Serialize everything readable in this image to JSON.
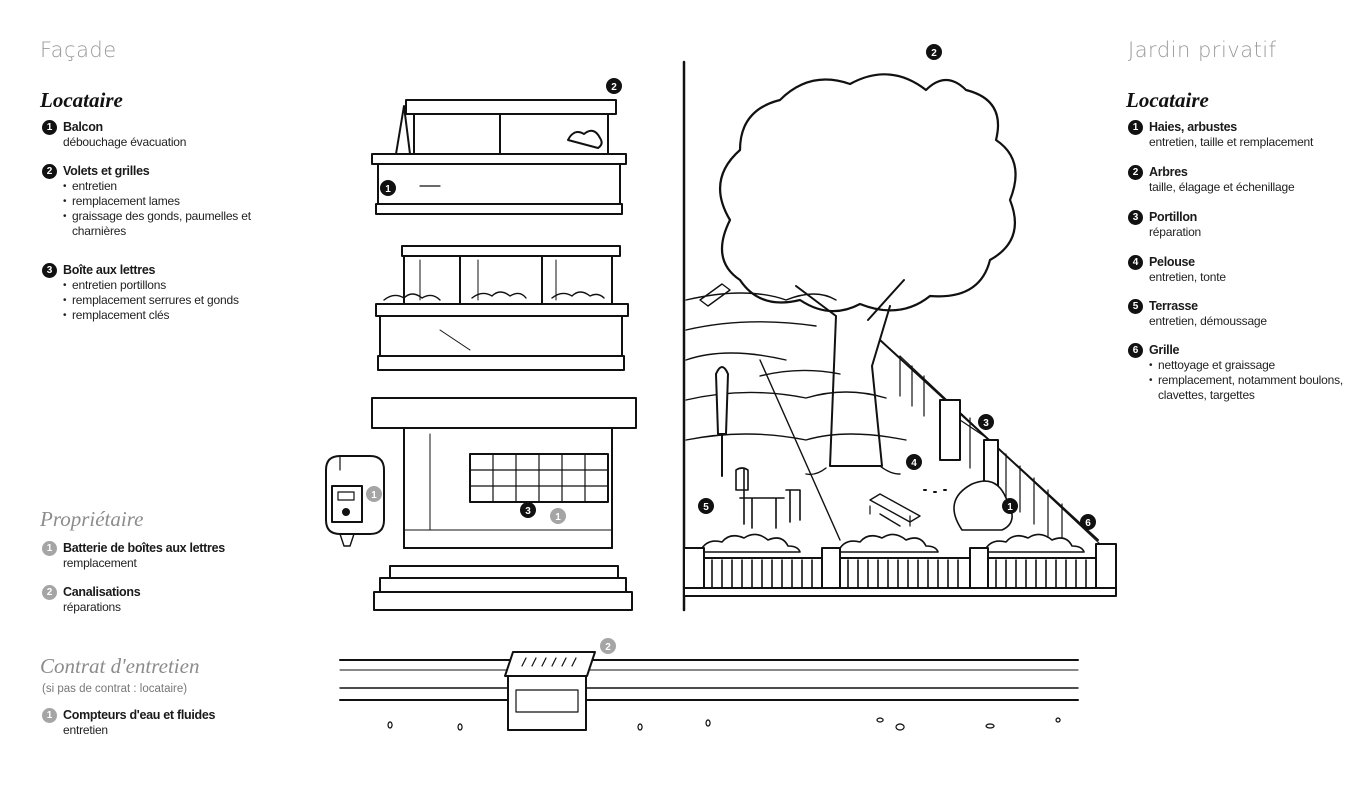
{
  "facade": {
    "title": "Façade",
    "tenant": {
      "role": "Locataire",
      "items": [
        {
          "num": "1",
          "head": "Balcon",
          "desc": "débouchage évacuation"
        },
        {
          "num": "2",
          "head": "Volets et grilles",
          "bullets": [
            "entretien",
            "remplacement lames",
            "graissage des gonds, paumelles et charnières"
          ]
        },
        {
          "num": "3",
          "head": "Boîte aux lettres",
          "bullets": [
            "entretien portillons",
            "remplacement serrures et gonds",
            "remplacement clés"
          ]
        }
      ]
    },
    "owner": {
      "role": "Propriétaire",
      "items": [
        {
          "num": "1",
          "head": "Batterie de boîtes aux lettres",
          "desc": "remplacement"
        },
        {
          "num": "2",
          "head": "Canalisations",
          "desc": "réparations"
        }
      ]
    },
    "contract": {
      "role": "Contrat d'entretien",
      "note": "(si pas de contrat : locataire)",
      "items": [
        {
          "num": "1",
          "head": "Compteurs d'eau et fluides",
          "desc": "entretien"
        }
      ]
    }
  },
  "garden": {
    "title": "Jardin privatif",
    "tenant": {
      "role": "Locataire",
      "items": [
        {
          "num": "1",
          "head": "Haies, arbustes",
          "desc": "entretien, taille et remplacement"
        },
        {
          "num": "2",
          "head": "Arbres",
          "desc": "taille, élagage et échenillage"
        },
        {
          "num": "3",
          "head": "Portillon",
          "desc": "réparation"
        },
        {
          "num": "4",
          "head": "Pelouse",
          "desc": "entretien, tonte"
        },
        {
          "num": "5",
          "head": "Terrasse",
          "desc": "entretien, démoussage"
        },
        {
          "num": "6",
          "head": "Grille",
          "bullets": [
            "nettoyage et graissage",
            "remplacement, notamment boulons, clavettes, targettes"
          ]
        }
      ]
    }
  },
  "markers": {
    "m1": "1",
    "m2": "2",
    "m3": "3",
    "m4": "4",
    "m5": "5",
    "m6": "6"
  },
  "colors": {
    "ink": "#111111",
    "grey_marker": "#a5a5a5",
    "title_grey": "#9a9a9a"
  }
}
